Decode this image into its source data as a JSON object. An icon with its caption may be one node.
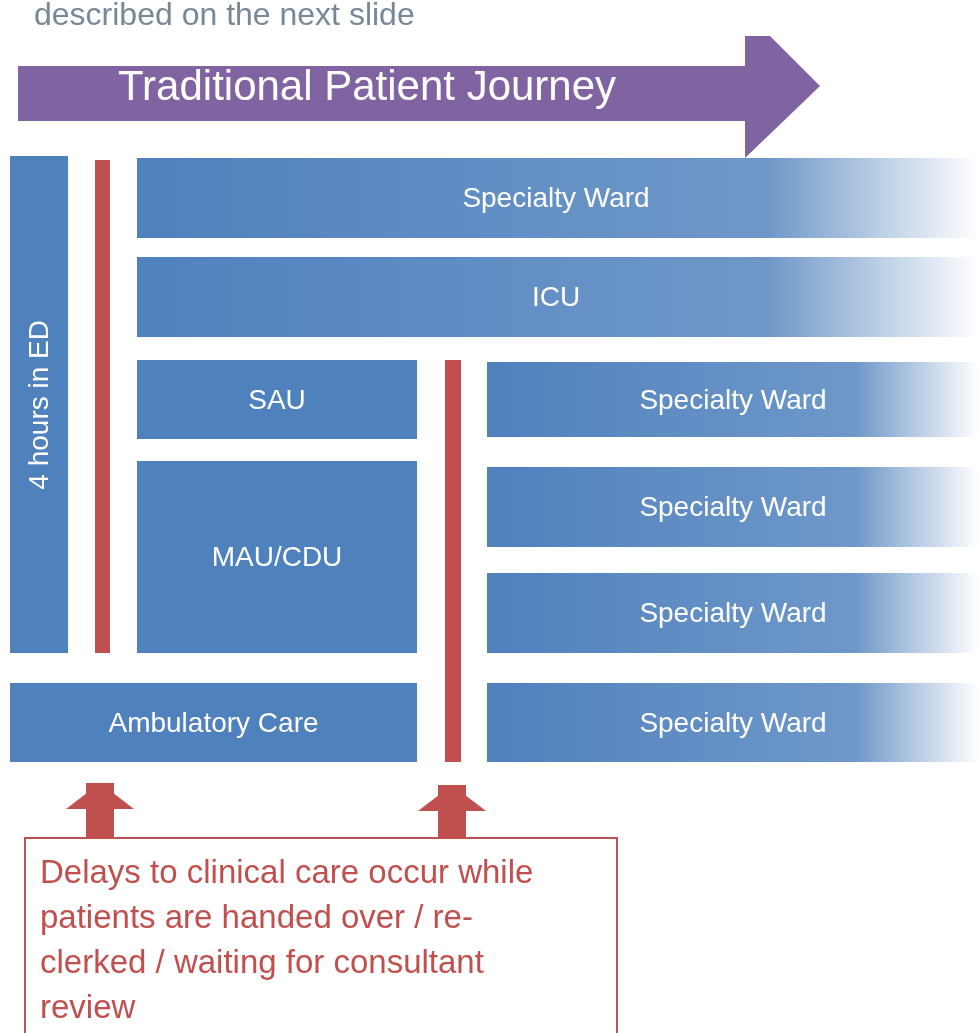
{
  "diagram": {
    "nodes": [
      {
        "text": [
          "Traditional Patient Journey"
        ]
      },
      {
        "text": [
          "4 hours in ED"
        ]
      },
      {
        "text": [],
        "shape": "bar"
      },
      {
        "text": [
          "Specialty Ward"
        ]
      },
      {
        "text": [
          "ICU"
        ]
      },
      {
        "text": [
          "SAU"
        ]
      },
      {
        "text": [],
        "shape": "bar"
      },
      {
        "text": [
          "Specialty Ward"
        ]
      },
      {
        "text": [
          "MAU/CDU"
        ]
      },
      {
        "text": [
          "Specialty Ward"
        ]
      },
      {
        "text": [
          "Specialty Ward"
        ]
      },
      {
        "text": [
          "Ambulatory Care"
        ]
      },
      {
        "text": [
          "Specialty Ward"
        ]
      },
      {
        "text": [
          "Delays to clinical care occur while patients are handed over / re-clerked / waiting for consultant review"
        ]
      }
    ],
    "edges": [
      {
        "from": 13,
        "to": 11,
        "arrow": "to"
      },
      {
        "from": 13,
        "to": 6,
        "arrow": "to"
      }
    ],
    "labels": [
      "described on the next slide"
    ]
  }
}
